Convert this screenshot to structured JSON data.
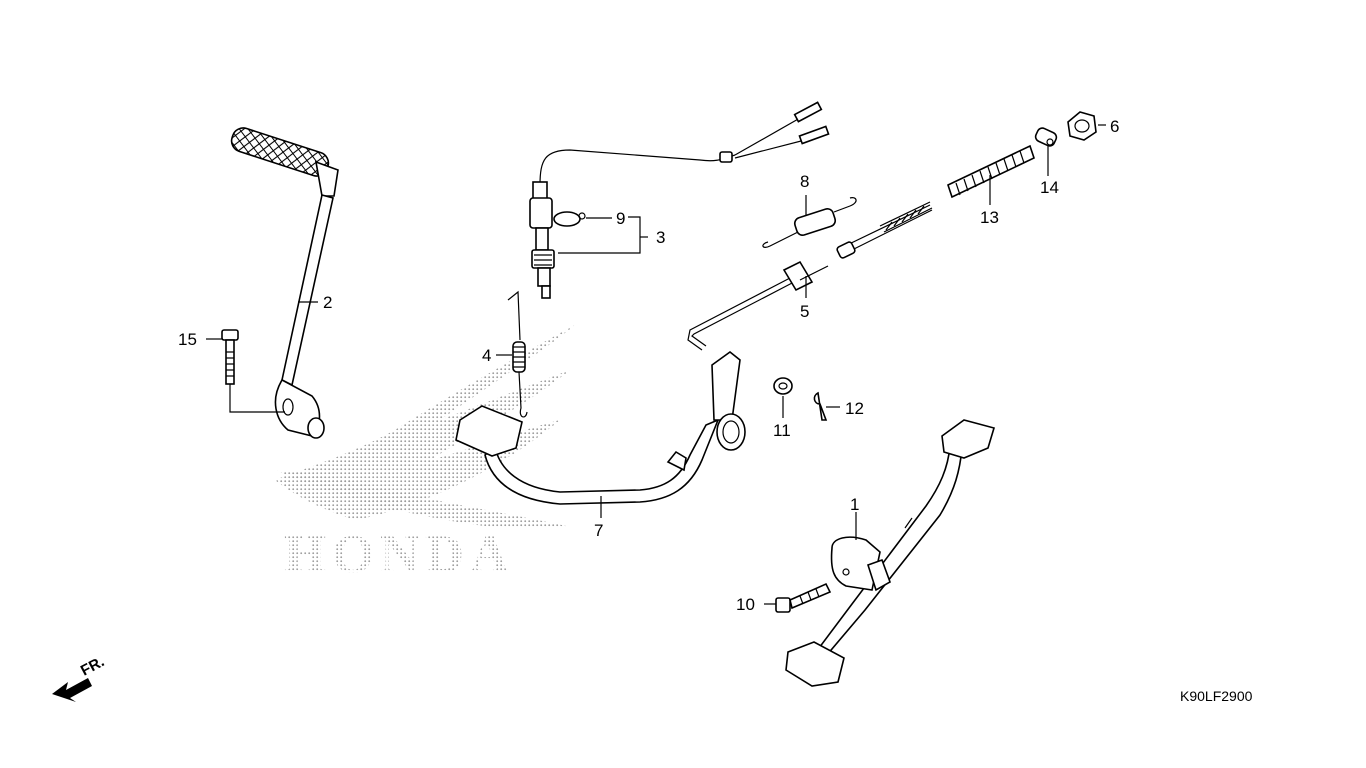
{
  "watermark": {
    "brand": "HONDA"
  },
  "direction": {
    "label": "FR."
  },
  "diagram_code": "K90LF2900",
  "callouts": {
    "p1": "1",
    "p2": "2",
    "p3": "3",
    "p4": "4",
    "p5": "5",
    "p6": "6",
    "p7": "7",
    "p8": "8",
    "p9": "9",
    "p10": "10",
    "p11": "11",
    "p12": "12",
    "p13": "13",
    "p14": "14",
    "p15": "15"
  },
  "colors": {
    "line": "#000000",
    "watermark_dots": "#9a9a9a",
    "background": "#ffffff"
  },
  "icons": {
    "direction": "front-arrow-icon"
  }
}
